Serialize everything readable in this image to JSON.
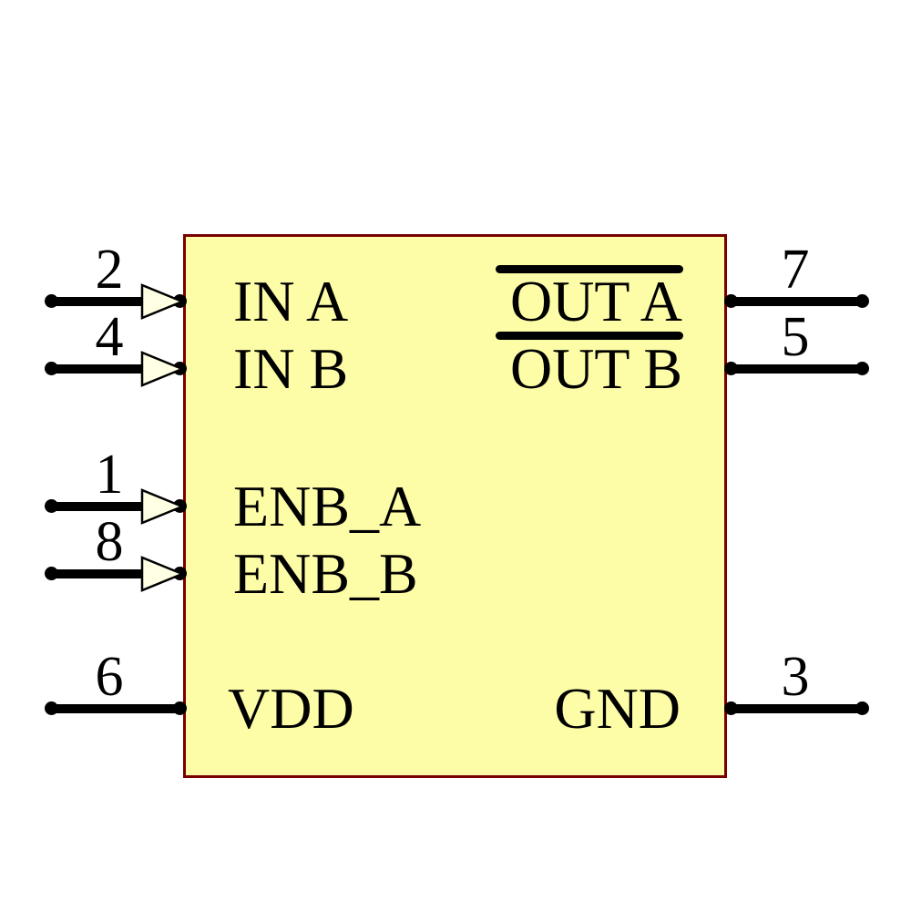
{
  "colors": {
    "body_fill": "#FDFDA8",
    "body_outline": "#7A0000",
    "arrow_fill": "#FFFFE4",
    "pin_color": "#000000",
    "text_color": "#000000",
    "background": "#FFFFFF"
  },
  "pins": {
    "left": [
      {
        "number": "2",
        "label": "IN A",
        "input_arrow": true,
        "overline": false
      },
      {
        "number": "4",
        "label": "IN B",
        "input_arrow": true,
        "overline": false
      },
      {
        "number": "1",
        "label": "ENB_A",
        "input_arrow": true,
        "overline": false
      },
      {
        "number": "8",
        "label": "ENB_B",
        "input_arrow": true,
        "overline": false
      },
      {
        "number": "6",
        "label": "VDD",
        "input_arrow": false,
        "overline": false
      }
    ],
    "right": [
      {
        "number": "7",
        "label": "OUT A",
        "input_arrow": false,
        "overline": true
      },
      {
        "number": "5",
        "label": "OUT B",
        "input_arrow": false,
        "overline": true
      },
      {
        "number": "3",
        "label": "GND",
        "input_arrow": false,
        "overline": false
      }
    ]
  }
}
